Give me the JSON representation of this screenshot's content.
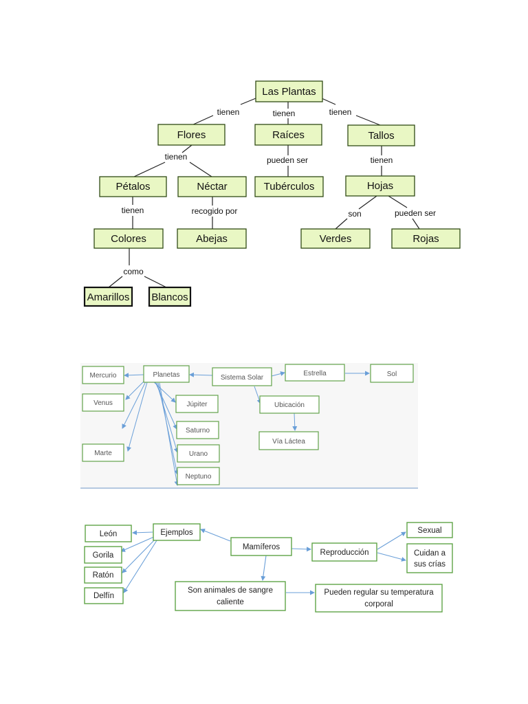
{
  "plants": {
    "nodes": {
      "root": "Las Plantas",
      "flores": "Flores",
      "raices": "Raíces",
      "tallos": "Tallos",
      "petalos": "Pétalos",
      "nectar": "Néctar",
      "tuberculos": "Tubérculos",
      "hojas": "Hojas",
      "colores": "Colores",
      "abejas": "Abejas",
      "verdes": "Verdes",
      "rojas": "Rojas",
      "amarillos": "Amarillos",
      "blancos": "Blancos"
    },
    "links": {
      "tienen_flores": "tienen",
      "tienen_raices": "tienen",
      "tienen_tallos": "tienen",
      "tienen_flores_children": "tienen",
      "pueden_ser_raices": "pueden ser",
      "tienen_tallos_hojas": "tienen",
      "tienen_petalos": "tienen",
      "recogido_por": "recogido por",
      "son": "son",
      "pueden_ser_hojas": "pueden ser",
      "como": "como"
    }
  },
  "solar": {
    "nodes": {
      "mercurio": "Mercurio",
      "venus": "Venus",
      "marte": "Marte",
      "planetas": "Planetas",
      "sistema_solar": "Sistema Solar",
      "estrella": "Estrella",
      "sol": "Sol",
      "jupiter": "Júpiter",
      "saturno": "Saturno",
      "urano": "Urano",
      "neptuno": "Neptuno",
      "ubicacion": "Ubicación",
      "via_lactea": "Vía Láctea"
    }
  },
  "mammals": {
    "nodes": {
      "leon": "León",
      "gorila": "Gorila",
      "raton": "Ratón",
      "delfin": "Delfín",
      "ejemplos": "Ejemplos",
      "mamiferos": "Mamíferos",
      "reproduccion": "Reproducción",
      "sexual": "Sexual",
      "cuidan_line1": "Cuidan a",
      "cuidan_line2": "sus crías",
      "sangre_line1": "Son animales de sangre",
      "sangre_line2": "caliente",
      "regular_line1": "Pueden regular su temperatura",
      "regular_line2": "corporal"
    }
  },
  "colors": {
    "plant_node_fill": "#e9f7c4",
    "plant_node_border": "#2f4a14",
    "green_border": "#5fa446",
    "arrow_blue": "#6a9fd8"
  }
}
